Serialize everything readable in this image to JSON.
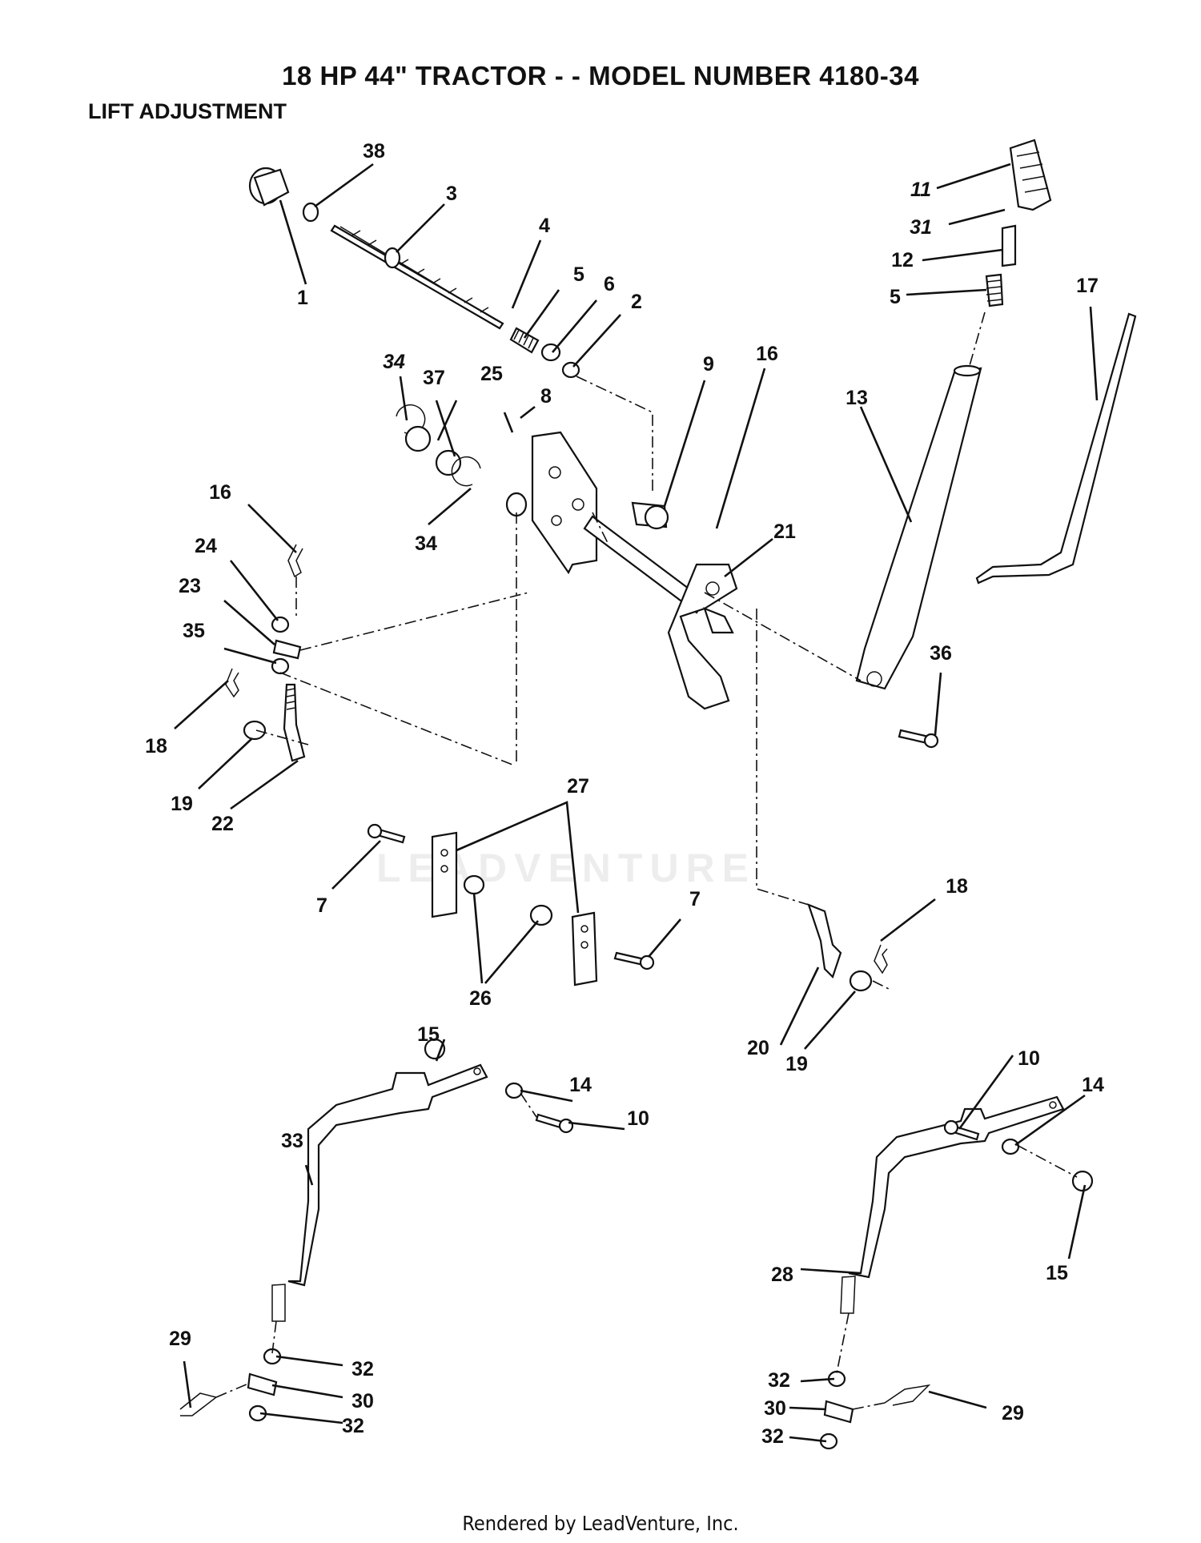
{
  "title": "18 HP 44\" TRACTOR - - MODEL NUMBER 4180-34",
  "section": "LIFT ADJUSTMENT",
  "footer": "Rendered by LeadVenture, Inc.",
  "watermark": "LEADVENTURE",
  "callouts": [
    {
      "id": "c1",
      "label": "1"
    },
    {
      "id": "c2",
      "label": "2"
    },
    {
      "id": "c3",
      "label": "3"
    },
    {
      "id": "c4",
      "label": "4"
    },
    {
      "id": "c5a",
      "label": "5"
    },
    {
      "id": "c5b",
      "label": "5"
    },
    {
      "id": "c6",
      "label": "6"
    },
    {
      "id": "c7a",
      "label": "7"
    },
    {
      "id": "c7b",
      "label": "7"
    },
    {
      "id": "c8",
      "label": "8"
    },
    {
      "id": "c9",
      "label": "9"
    },
    {
      "id": "c10a",
      "label": "10"
    },
    {
      "id": "c10b",
      "label": "10"
    },
    {
      "id": "c11",
      "label": "11"
    },
    {
      "id": "c12",
      "label": "12"
    },
    {
      "id": "c13",
      "label": "13"
    },
    {
      "id": "c14a",
      "label": "14"
    },
    {
      "id": "c14b",
      "label": "14"
    },
    {
      "id": "c15a",
      "label": "15"
    },
    {
      "id": "c15b",
      "label": "15"
    },
    {
      "id": "c16a",
      "label": "16"
    },
    {
      "id": "c16b",
      "label": "16"
    },
    {
      "id": "c17",
      "label": "17"
    },
    {
      "id": "c18a",
      "label": "18"
    },
    {
      "id": "c18b",
      "label": "18"
    },
    {
      "id": "c19a",
      "label": "19"
    },
    {
      "id": "c19b",
      "label": "19"
    },
    {
      "id": "c20",
      "label": "20"
    },
    {
      "id": "c21",
      "label": "21"
    },
    {
      "id": "c22",
      "label": "22"
    },
    {
      "id": "c23",
      "label": "23"
    },
    {
      "id": "c24",
      "label": "24"
    },
    {
      "id": "c25",
      "label": "25"
    },
    {
      "id": "c26",
      "label": "26"
    },
    {
      "id": "c27",
      "label": "27"
    },
    {
      "id": "c28",
      "label": "28"
    },
    {
      "id": "c29a",
      "label": "29"
    },
    {
      "id": "c29b",
      "label": "29"
    },
    {
      "id": "c30a",
      "label": "30"
    },
    {
      "id": "c30b",
      "label": "30"
    },
    {
      "id": "c31",
      "label": "31"
    },
    {
      "id": "c32a",
      "label": "32"
    },
    {
      "id": "c32b",
      "label": "32"
    },
    {
      "id": "c32c",
      "label": "32"
    },
    {
      "id": "c32d",
      "label": "32"
    },
    {
      "id": "c33",
      "label": "33"
    },
    {
      "id": "c34a",
      "label": "34"
    },
    {
      "id": "c34b",
      "label": "34"
    },
    {
      "id": "c35",
      "label": "35"
    },
    {
      "id": "c36",
      "label": "36"
    },
    {
      "id": "c37",
      "label": "37"
    },
    {
      "id": "c38",
      "label": "38"
    }
  ]
}
